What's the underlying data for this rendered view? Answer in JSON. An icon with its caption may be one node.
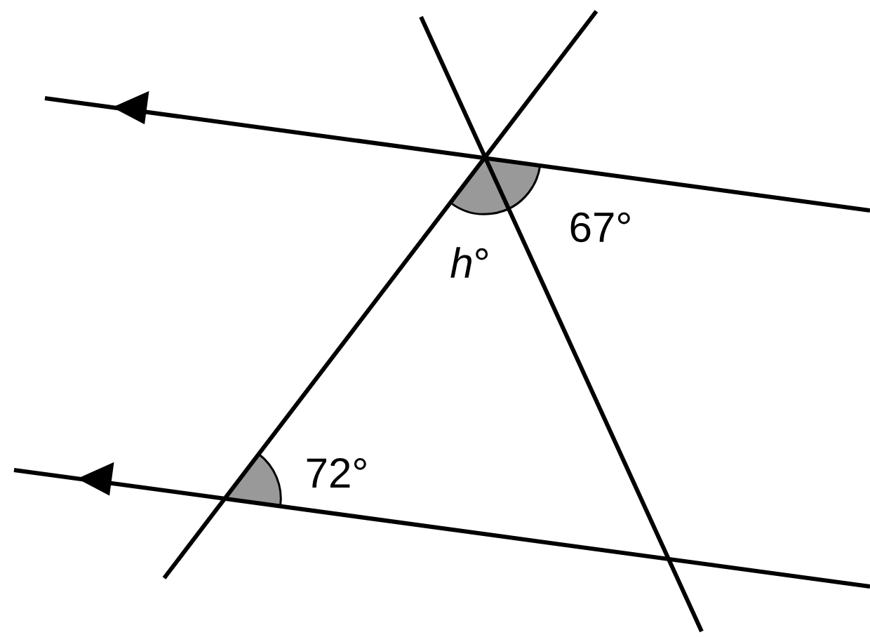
{
  "diagram": {
    "labels": [
      "*h*°",
      "67°",
      "72°"
    ]
  }
}
